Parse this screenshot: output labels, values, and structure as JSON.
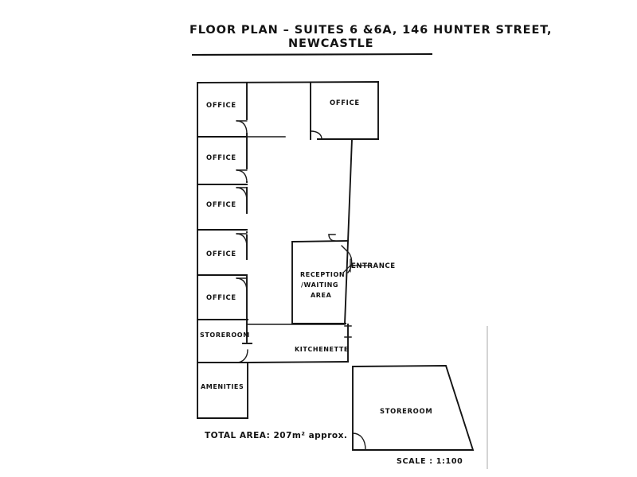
{
  "document": {
    "kind": "architectural-floor-plan",
    "title_line_1": "FLOOR PLAN – SUITES 6 &6A, 146 HUNTER STREET,",
    "title_line_2": "NEWCASTLE",
    "total_area_note": "TOTAL AREA: 207m² approx.",
    "scale_note": "SCALE : 1:100",
    "ink_color": "#141414",
    "paper_color": "#ffffff"
  },
  "rooms": {
    "office_1": "OFFICE",
    "office_2": "OFFICE",
    "office_3": "OFFICE",
    "office_4": "OFFICE",
    "office_5": "OFFICE",
    "office_top_right": "OFFICE",
    "storeroom_left": "STOREROOM",
    "amenities": "AMENITIES",
    "reception_line_1": "RECEPTION",
    "reception_line_2": "/WAITING",
    "reception_line_3": "AREA",
    "kitchenette": "KITCHENETTE",
    "storeroom_detached": "STOREROOM"
  },
  "annotations": {
    "entrance": "ENTRANCE"
  }
}
